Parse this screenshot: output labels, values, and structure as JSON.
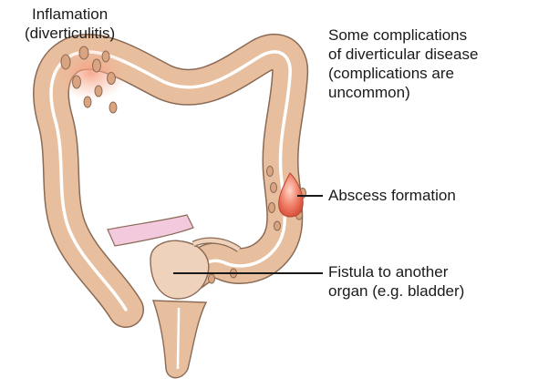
{
  "labels": {
    "inflammation": {
      "line1": "Inflamation",
      "line2": "(diverticulitis)"
    },
    "complications": {
      "line1": "Some complications",
      "line2": "of diverticular disease",
      "line3": "(complications are",
      "line4": "uncommon)"
    },
    "abscess": "Abscess formation",
    "fistula": {
      "line1": "Fistula to another",
      "line2": "organ (e.g. bladder)"
    }
  },
  "colors": {
    "colon": "#e8bf9e",
    "colon_outline": "#8a6a55",
    "lumen": "#ffffff",
    "inflammation": "#f4a88a",
    "abscess": "#e8604a",
    "small_intestine": "#f3c9de",
    "bladder": "#efd2bb",
    "leader_line": "#1a1a1a"
  }
}
